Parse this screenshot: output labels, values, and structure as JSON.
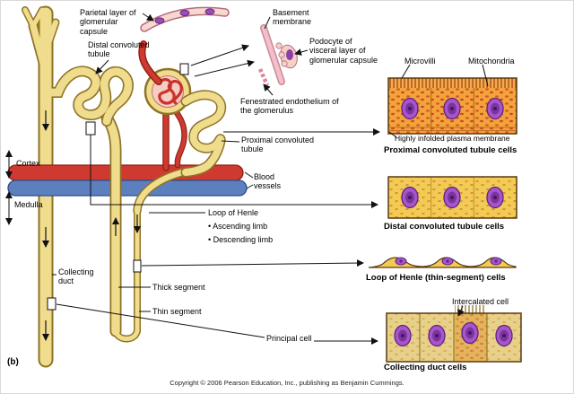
{
  "figure": {
    "panel_tag": "(b)",
    "copyright": "Copyright © 2006 Pearson Education, Inc., publishing as Benjamin Cummings."
  },
  "labels": {
    "parietal_layer": "Parietal layer of glomerular capsule",
    "distal_convoluted_tubule": "Distal convoluted tubule",
    "basement_membrane": "Basement membrane",
    "podocyte": "Podocyte of visceral layer of glomerular capsule",
    "fenestrated_endothelium": "Fenestrated endothelium of the glomerulus",
    "microvilli": "Microvilli",
    "mitochondria": "Mitochondria",
    "proximal_convoluted_tubule": "Proximal convoluted tubule",
    "highly_infolded": "Highly infolded plasma membrane",
    "cortex": "Cortex",
    "medulla": "Medulla",
    "blood_vessels": "Blood vessels",
    "loop_of_henle": "Loop of Henle",
    "ascending_limb": "• Ascending limb",
    "descending_limb": "• Descending limb",
    "collecting_duct": "Collecting duct",
    "thick_segment": "Thick segment",
    "thin_segment": "Thin segment",
    "intercalated_cell": "Intercalated cell",
    "principal_cell": "Principal cell"
  },
  "panel_titles": {
    "proximal": "Proximal convoluted tubule cells",
    "distal": "Distal convoluted tubule cells",
    "loop": "Loop of Henle (thin-segment) cells",
    "collecting": "Collecting duct cells"
  },
  "colors": {
    "tubule": "#EFDC8C",
    "tubule_outline": "#8F7326",
    "artery": "#CE3A30",
    "vein": "#5C7FBE",
    "glomerulus": "#F7CDC3",
    "nucleus": "#A855C8",
    "proximal_cell": "#F2A33C",
    "distal_cell": "#F2CB55",
    "collecting_cell": "#E6D18B"
  }
}
